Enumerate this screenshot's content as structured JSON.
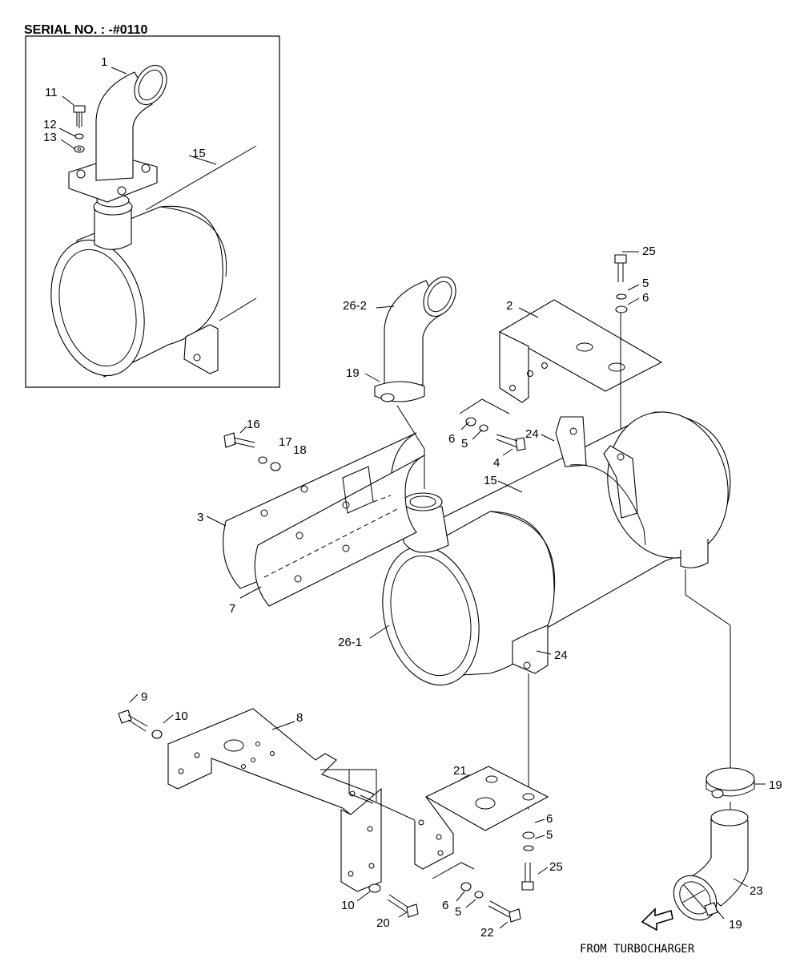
{
  "header": {
    "serial_text": "SERIAL NO. :  -#0110"
  },
  "footer": {
    "direction_text": "FROM TURBOCHARGER"
  },
  "callouts": {
    "c1": "1",
    "c11": "11",
    "c12": "12",
    "c13": "13",
    "c15a": "15",
    "c25a": "25",
    "c5a": "5",
    "c6a": "6",
    "c2": "2",
    "c26_2": "26-2",
    "c19a": "19",
    "c16": "16",
    "c17": "17",
    "c18": "18",
    "c6b": "6",
    "c5b": "5",
    "c24a": "24",
    "c4": "4",
    "c15b": "15",
    "c3": "3",
    "c7": "7",
    "c26_1": "26-1",
    "c24b": "24",
    "c9": "9",
    "c10a": "10",
    "c8": "8",
    "c21": "21",
    "c19b": "19",
    "c6c": "6",
    "c5c": "5",
    "c25b": "25",
    "c23": "23",
    "c10b": "10",
    "c20": "20",
    "c6d": "6",
    "c5d": "5",
    "c22": "22",
    "c19c": "19"
  }
}
